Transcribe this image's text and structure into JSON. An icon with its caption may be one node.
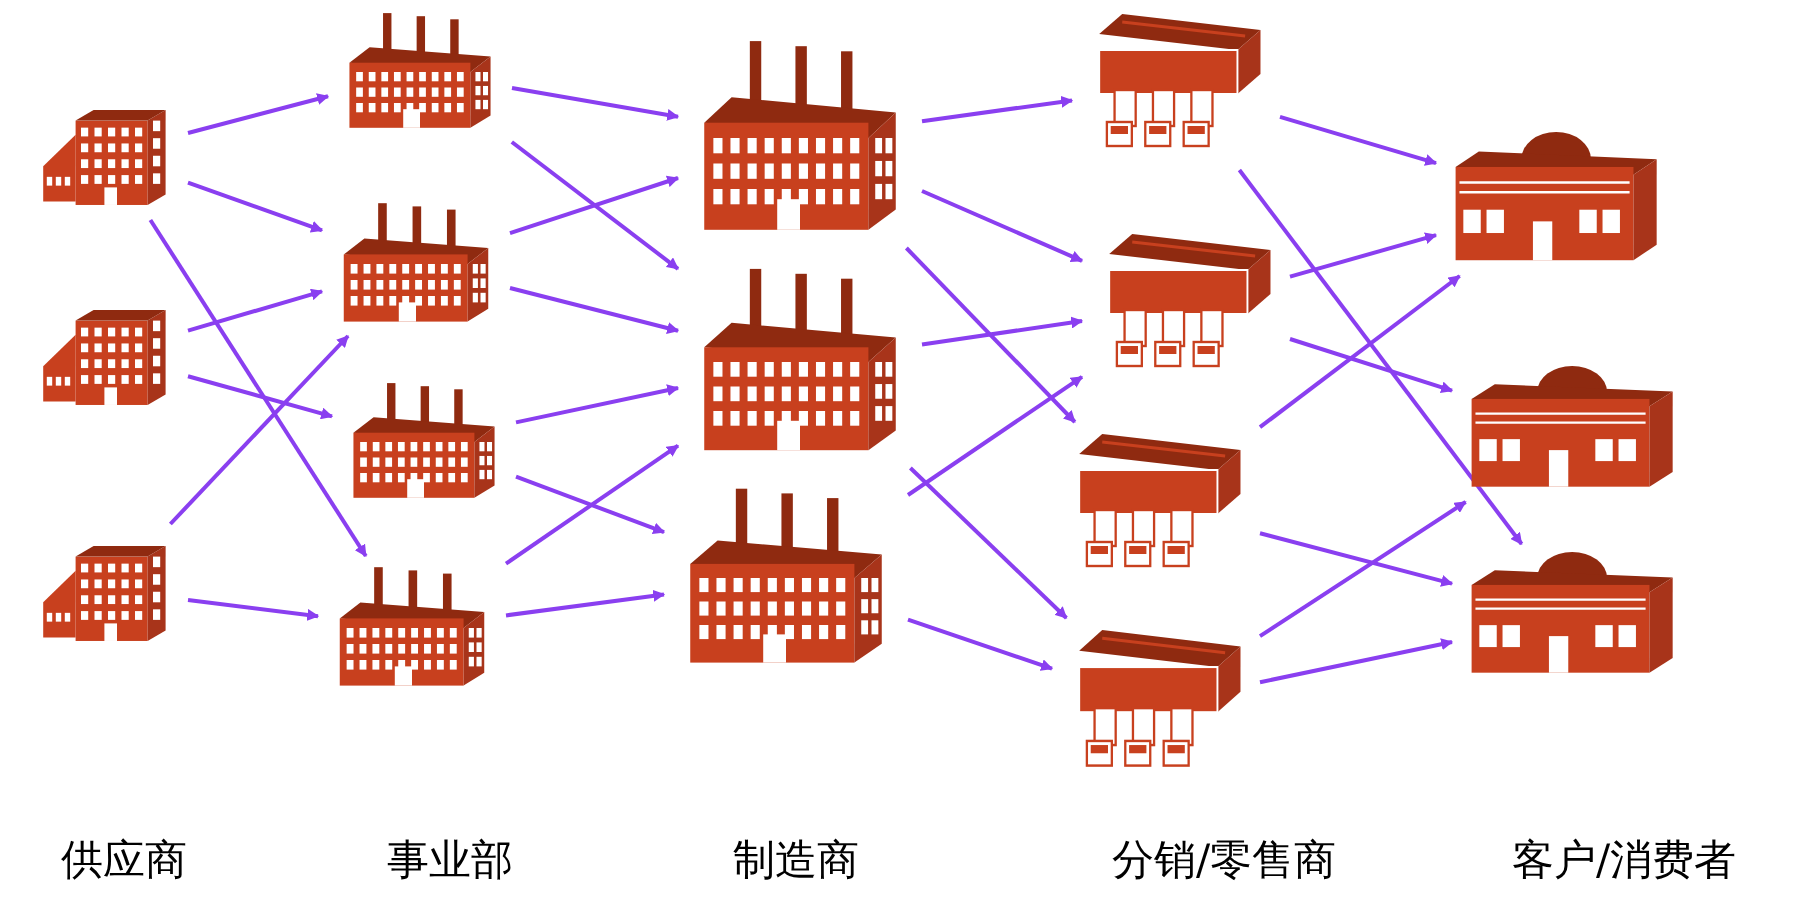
{
  "diagram": {
    "nodes": [
      {
        "text": [],
        "shape": "picture"
      },
      {
        "text": [],
        "shape": "picture"
      },
      {
        "text": [],
        "shape": "picture"
      },
      {
        "text": [],
        "shape": "picture"
      },
      {
        "text": [],
        "shape": "picture"
      },
      {
        "text": [],
        "shape": "picture"
      },
      {
        "text": [],
        "shape": "picture"
      },
      {
        "text": [],
        "shape": "picture"
      },
      {
        "text": [],
        "shape": "picture"
      },
      {
        "text": [],
        "shape": "picture"
      },
      {
        "text": [],
        "shape": "picture"
      },
      {
        "text": [],
        "shape": "picture"
      },
      {
        "text": [],
        "shape": "picture"
      },
      {
        "text": [],
        "shape": "picture"
      },
      {
        "text": [],
        "shape": "picture"
      },
      {
        "text": [],
        "shape": "picture"
      },
      {
        "text": [],
        "shape": "picture"
      }
    ],
    "edges": [
      {
        "from": 0,
        "to": 3,
        "arrow": "to"
      },
      {
        "from": 0,
        "to": 4,
        "arrow": "to"
      },
      {
        "from": 0,
        "to": 6,
        "arrow": "to"
      },
      {
        "from": 1,
        "to": 4,
        "arrow": "to"
      },
      {
        "from": 1,
        "to": 5,
        "arrow": "to"
      },
      {
        "from": 2,
        "to": 4,
        "arrow": "to"
      },
      {
        "from": 2,
        "to": 6,
        "arrow": "to"
      },
      {
        "from": 3,
        "to": 7,
        "arrow": "to"
      },
      {
        "from": 3,
        "to": 8,
        "arrow": "to"
      },
      {
        "from": 4,
        "to": 7,
        "arrow": "to"
      },
      {
        "from": 4,
        "to": 8,
        "arrow": "to"
      },
      {
        "from": 5,
        "to": 8,
        "arrow": "to"
      },
      {
        "from": 5,
        "to": 9,
        "arrow": "to"
      },
      {
        "from": 6,
        "to": 8,
        "arrow": "to"
      },
      {
        "from": 6,
        "to": 9,
        "arrow": "to"
      },
      {
        "from": 7,
        "to": 10,
        "arrow": "to"
      },
      {
        "from": 7,
        "to": 11,
        "arrow": "to"
      },
      {
        "from": 7,
        "to": 12,
        "arrow": "to"
      },
      {
        "from": 8,
        "to": 11,
        "arrow": "to"
      },
      {
        "from": 8,
        "to": 13,
        "arrow": "to"
      },
      {
        "from": 9,
        "to": 11,
        "arrow": "to"
      },
      {
        "from": 9,
        "to": 13,
        "arrow": "to"
      },
      {
        "from": 10,
        "to": 14,
        "arrow": "to"
      },
      {
        "from": 10,
        "to": 16,
        "arrow": "to"
      },
      {
        "from": 11,
        "to": 14,
        "arrow": "to"
      },
      {
        "from": 11,
        "to": 15,
        "arrow": "to"
      },
      {
        "from": 12,
        "to": 14,
        "arrow": "to"
      },
      {
        "from": 12,
        "to": 16,
        "arrow": "to"
      },
      {
        "from": 13,
        "to": 15,
        "arrow": "to"
      },
      {
        "from": 13,
        "to": 16,
        "arrow": "to"
      }
    ],
    "labels": [
      "供应商",
      "事业部",
      "制造商",
      "分销/零售商",
      "客户/消费者"
    ]
  }
}
